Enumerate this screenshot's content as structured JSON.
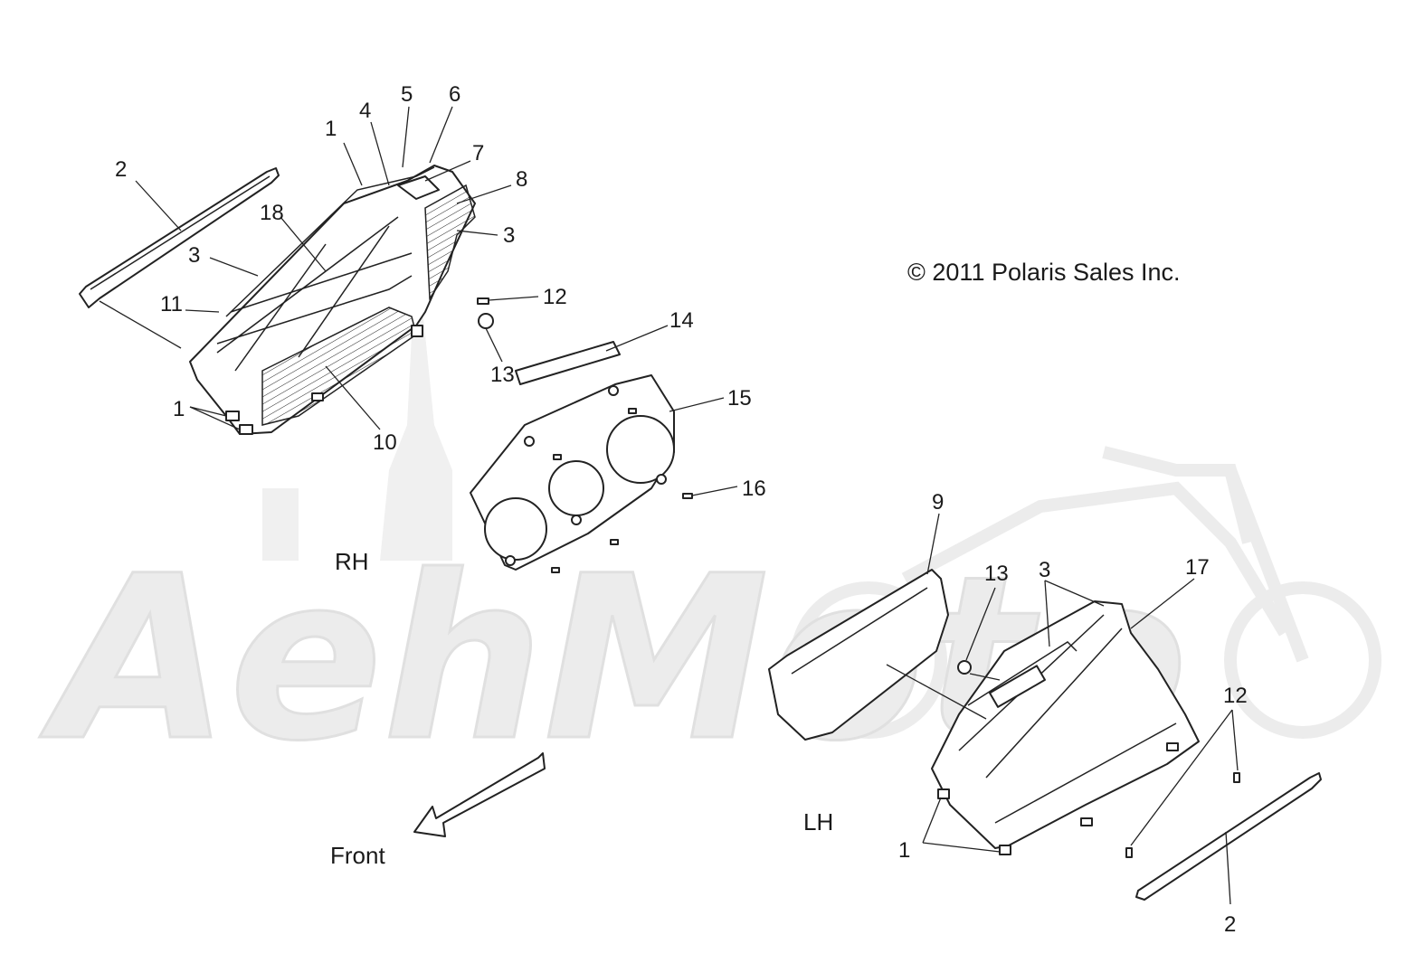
{
  "copyright": "© 2011 Polaris Sales Inc.",
  "watermark": "AehMoto",
  "sides": {
    "rh": "RH",
    "lh": "LH",
    "front": "Front"
  },
  "callouts": {
    "c1a": "1",
    "c2a": "2",
    "c3a": "3",
    "c4": "4",
    "c5": "5",
    "c6": "6",
    "c7": "7",
    "c8": "8",
    "c3b": "3",
    "c18": "18",
    "c11": "11",
    "c1b": "1",
    "c10": "10",
    "c12a": "12",
    "c13a": "13",
    "c14": "14",
    "c15": "15",
    "c16": "16",
    "c9": "9",
    "c13b": "13",
    "c3c": "3",
    "c17": "17",
    "c12b": "12",
    "c1c": "1",
    "c2b": "2"
  },
  "colors": {
    "line": "#222222",
    "watermark": "#ececec"
  }
}
